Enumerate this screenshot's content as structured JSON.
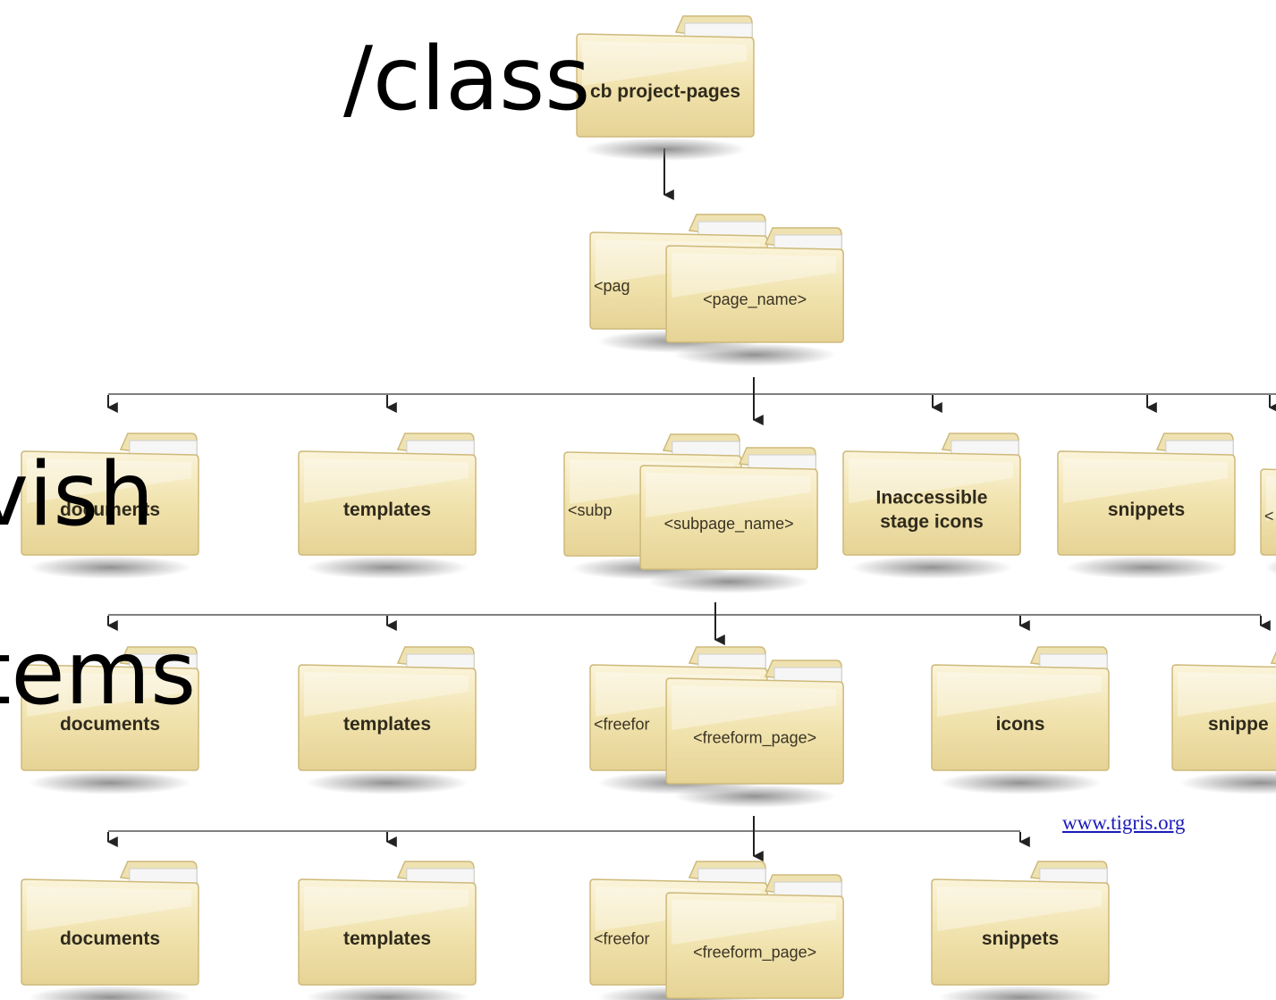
{
  "overlay_text": {
    "class": "/class",
    "ish": "vish",
    "items": "tems"
  },
  "link": "www.tigris.org",
  "colors": {
    "folder_fill": "#f1e3ae",
    "folder_light": "#fbf4da",
    "folder_stroke": "#cdb97a",
    "connector": "#7f7f7f"
  },
  "root": {
    "label": "cb project-pages",
    "icon": "folder-icon"
  },
  "level1": {
    "back_label": "<pag",
    "front_label": "<page_name>"
  },
  "level2": {
    "items": [
      "documents",
      "templates",
      "Inaccessible stage icons",
      "snippets",
      "<"
    ],
    "stack": {
      "back_label": "<subp",
      "front_label": "<subpage_name>"
    }
  },
  "level3": {
    "items": [
      "documents",
      "templates",
      "icons",
      "snippe"
    ],
    "stack": {
      "back_label": "<freefor",
      "front_label": "<freeform_page>"
    }
  },
  "level4": {
    "items": [
      "documents",
      "templates",
      "snippets"
    ],
    "stack": {
      "back_label": "<freefor",
      "front_label": "<freeform_page>"
    }
  }
}
